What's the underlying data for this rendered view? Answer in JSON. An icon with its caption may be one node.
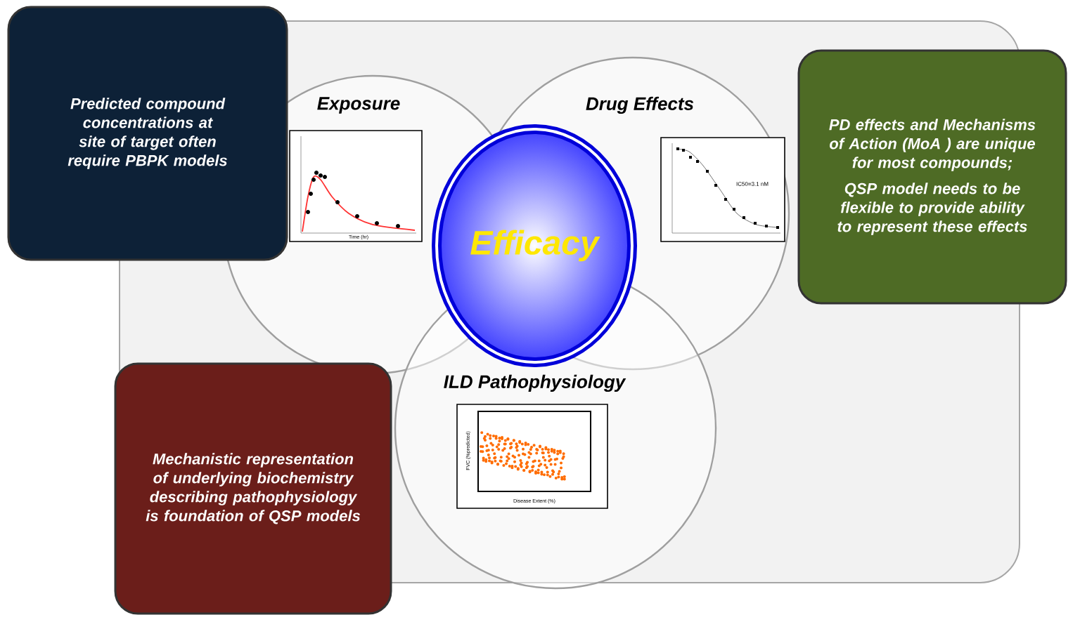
{
  "diagram": {
    "nodes": [
      {
        "text": [],
        "shape": "box"
      },
      {
        "text": [
          "Exposure"
        ],
        "in": 0
      },
      {
        "text": [
          "Drug Effects"
        ],
        "in": 0
      },
      {
        "text": [
          "ILD Pathophysiology"
        ],
        "in": 0
      },
      {
        "text": [
          "Efficacy"
        ],
        "in": 0
      },
      {
        "text": [
          "Predicted compound concentrations at site of target often require PBPK models"
        ]
      },
      {
        "text": [
          "PD effects and Mechanisms of Action (MoA ) are unique for most compounds;",
          "QSP model needs to be flexible to provide ability to represent these effects"
        ]
      },
      {
        "text": [
          "Mechanistic representation of underlying biochemistry describing pathophysiology is foundation of QSP models"
        ]
      }
    ],
    "edges": [],
    "labels": [
      "Time (hr)",
      "IC50=3.1 nM",
      "FVC (%predicted)",
      "Disease Extent (%)"
    ]
  }
}
